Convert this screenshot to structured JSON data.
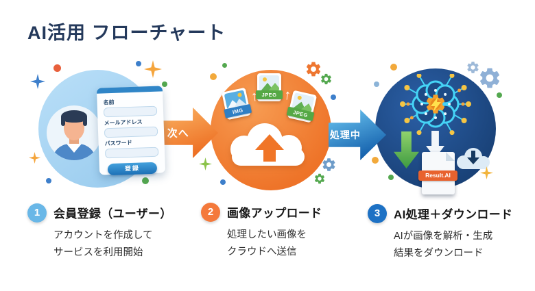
{
  "title": "AI活用 フローチャート",
  "flow": {
    "arrow1_label": "次へ",
    "arrow2_label": "処理中",
    "signup_form": {
      "name_label": "名前",
      "email_label": "メールアドレス",
      "password_label": "パスワード",
      "submit_label": "登録"
    },
    "upload": {
      "file_badge_img": "IMG",
      "file_badge_jpeg1": "JPEG",
      "file_badge_jpeg2": "JPEG"
    },
    "ai": {
      "result_file_label": "Result.AI"
    }
  },
  "steps": [
    {
      "number": "1",
      "heading": "会員登録（ユーザー）",
      "desc_line1": "アカウントを作成して",
      "desc_line2": "サービスを利用開始"
    },
    {
      "number": "2",
      "heading": "画像アップロード",
      "desc_line1": "処理したい画像を",
      "desc_line2": "クラウドへ送信"
    },
    {
      "number": "3",
      "heading": "AI処理＋ダウンロード",
      "desc_line1": "AIが画像を解析・生成",
      "desc_line2": "結果をダウンロード"
    }
  ],
  "colors": {
    "title_navy": "#24395B",
    "step1_badge_blue": "#69B7E7",
    "step2_badge_orange": "#F4793B",
    "step3_badge_blue": "#1D71C4",
    "circle1_light_blue": "#A9D5F3",
    "circle2_orange": "#EE7328",
    "circle3_dark_blue": "#1D4B86",
    "accent_green": "#54A84F"
  }
}
